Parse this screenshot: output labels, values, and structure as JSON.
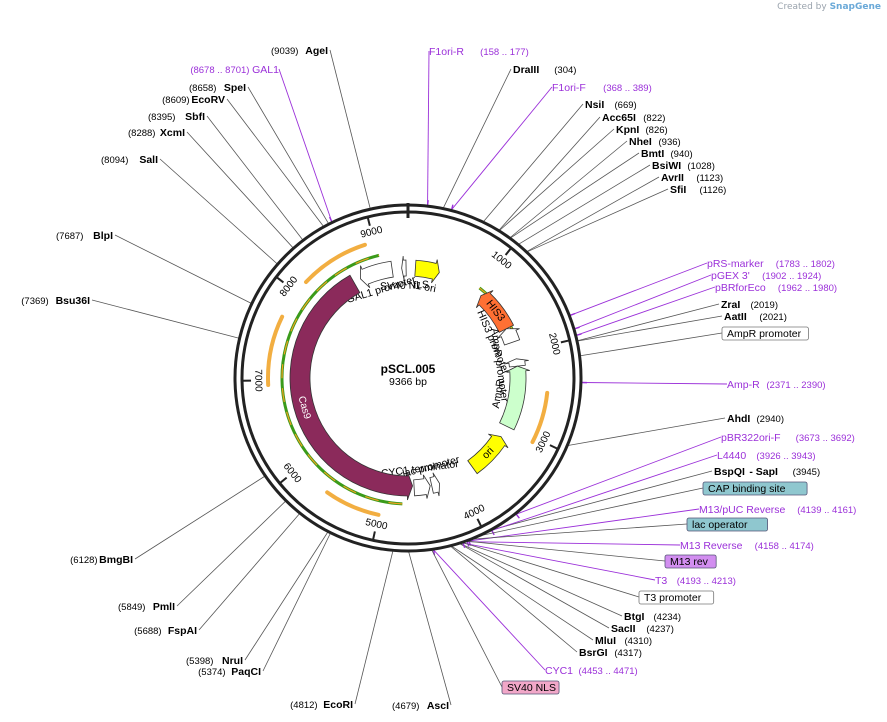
{
  "header": {
    "created_by": "Created by",
    "brand": "SnapGene"
  },
  "plasmid": {
    "name": "pSCL.005",
    "size_label": "9366 bp",
    "length": 9366
  },
  "ticks": [
    {
      "label": "1000",
      "pos": 1000
    },
    {
      "label": "2000",
      "pos": 2000
    },
    {
      "label": "3000",
      "pos": 3000
    },
    {
      "label": "4000",
      "pos": 4000
    },
    {
      "label": "5000",
      "pos": 5000
    },
    {
      "label": "6000",
      "pos": 6000
    },
    {
      "label": "7000",
      "pos": 7000
    },
    {
      "label": "8000",
      "pos": 8000
    },
    {
      "label": "9000",
      "pos": 9000
    }
  ],
  "enzymes": [
    {
      "name": "AgeI",
      "pos": "9039",
      "site": 9039
    },
    {
      "name": "SpeI",
      "pos": "8658",
      "site": 8658
    },
    {
      "name": "EcoRV",
      "pos": "8609",
      "site": 8609
    },
    {
      "name": "SbfI",
      "pos": "8395",
      "site": 8395
    },
    {
      "name": "XcmI",
      "pos": "8288",
      "site": 8288
    },
    {
      "name": "SalI",
      "pos": "8094",
      "site": 8094
    },
    {
      "name": "BlpI",
      "pos": "7687",
      "site": 7687
    },
    {
      "name": "Bsu36I",
      "pos": "7369",
      "site": 7369
    },
    {
      "name": "BmgBI",
      "pos": "6128",
      "site": 6128
    },
    {
      "name": "PmlI",
      "pos": "5849",
      "site": 5849
    },
    {
      "name": "FspAI",
      "pos": "5688",
      "site": 5688
    },
    {
      "name": "NruI",
      "pos": "5398",
      "site": 5398
    },
    {
      "name": "PaqCI",
      "pos": "5374",
      "site": 5374
    },
    {
      "name": "EcoRI",
      "pos": "4812",
      "site": 4812
    },
    {
      "name": "AscI",
      "pos": "4679",
      "site": 4679
    },
    {
      "name": "DraIII",
      "pos": "304",
      "site": 304
    },
    {
      "name": "NsiI",
      "pos": "669",
      "site": 669
    },
    {
      "name": "Acc65I",
      "pos": "822",
      "site": 822
    },
    {
      "name": "KpnI",
      "pos": "826",
      "site": 826
    },
    {
      "name": "NheI",
      "pos": "936",
      "site": 936
    },
    {
      "name": "BmtI",
      "pos": "940",
      "site": 940
    },
    {
      "name": "BsiWI",
      "pos": "1028",
      "site": 1028
    },
    {
      "name": "AvrII",
      "pos": "1123",
      "site": 1123
    },
    {
      "name": "SfiI",
      "pos": "1126",
      "site": 1126
    },
    {
      "name": "ZraI",
      "pos": "2019",
      "site": 2019
    },
    {
      "name": "AatII",
      "pos": "2021",
      "site": 2021
    },
    {
      "name": "AhdI",
      "pos": "2940",
      "site": 2940
    },
    {
      "name": "BspQI",
      "pos": "3945",
      "site": 3945,
      "alt": "- SapI"
    },
    {
      "name": "BtgI",
      "pos": "4234",
      "site": 4234
    },
    {
      "name": "SacII",
      "pos": "4237",
      "site": 4237
    },
    {
      "name": "MluI",
      "pos": "4310",
      "site": 4310
    },
    {
      "name": "BsrGI",
      "pos": "4317",
      "site": 4317
    }
  ],
  "primers": [
    {
      "name": "GAL1",
      "range": "(8678 .. 8701)",
      "site": 8690
    },
    {
      "name": "F1ori-R",
      "range": "(158 .. 177)",
      "site": 168
    },
    {
      "name": "F1ori-F",
      "range": "(368 .. 389)",
      "site": 378
    },
    {
      "name": "pRS-marker",
      "range": "(1783 .. 1802)",
      "site": 1792
    },
    {
      "name": "pGEX 3'",
      "range": "(1902 .. 1924)",
      "site": 1913
    },
    {
      "name": "pBRforEco",
      "range": "(1962 .. 1980)",
      "site": 1971
    },
    {
      "name": "Amp-R",
      "range": "(2371 .. 2390)",
      "site": 2380
    },
    {
      "name": "pBR322ori-F",
      "range": "(3673 .. 3692)",
      "site": 3682
    },
    {
      "name": "L4440",
      "range": "(3926 .. 3943)",
      "site": 3934
    },
    {
      "name": "M13/pUC Reverse",
      "range": "(4139 .. 4161)",
      "site": 4150
    },
    {
      "name": "M13 Reverse",
      "range": "(4158 .. 4174)",
      "site": 4166
    },
    {
      "name": "T3",
      "range": "(4193 .. 4213)",
      "site": 4203
    },
    {
      "name": "CYC1",
      "range": "(4453 .. 4471)",
      "site": 4462
    }
  ],
  "boxed_features": [
    {
      "name": "AmpR promoter",
      "style": "white",
      "site": 2150
    },
    {
      "name": "CAP binding site",
      "style": "teal",
      "site": 4060
    },
    {
      "name": "lac operator",
      "style": "teal",
      "site": 4130
    },
    {
      "name": "M13 rev",
      "style": "violet",
      "site": 4175
    },
    {
      "name": "T3 promoter",
      "style": "white",
      "site": 4210
    },
    {
      "name": "SV40 NLS",
      "style": "pink",
      "site": 4480
    }
  ],
  "features": [
    {
      "label": "f1 ori",
      "color": "#ffff00",
      "start": 100,
      "end": 430,
      "r": 148,
      "dir": 1
    },
    {
      "label": "SV40 NLS",
      "color": "#ffffff",
      "start": 9280,
      "end": 9340,
      "r": 148,
      "dir": -1
    },
    {
      "label": "GAL1 promoter",
      "color": "#ffffff",
      "start": 8700,
      "end": 9150,
      "r": 148,
      "dir": -1
    },
    {
      "label": "HIS3",
      "color": "#ff7033",
      "start": 1080,
      "end": 1650,
      "r": 148,
      "dir": -1
    },
    {
      "label": "HIS3 promoter",
      "color": "#ffffff",
      "start": 1650,
      "end": 1850,
      "r": 148,
      "dir": -1
    },
    {
      "label": "AmpR promoter",
      "color": "#ffffff",
      "start": 2080,
      "end": 2180,
      "r": 148,
      "dir": -1
    },
    {
      "label": "AmpR",
      "color": "#ccffcc",
      "start": 2180,
      "end": 3020,
      "r": 148,
      "dir": -1
    },
    {
      "label": "ori",
      "color": "#ffff00",
      "start": 3180,
      "end": 3750,
      "r": 148,
      "dir": -1
    },
    {
      "label": "lac promoter",
      "color": "#ffffff",
      "start": 4250,
      "end": 4360,
      "r": 148,
      "dir": -1
    },
    {
      "label": "CYC1 terminator",
      "color": "#ffffff",
      "start": 4380,
      "end": 4600,
      "r": 148,
      "dir": -1
    },
    {
      "label": "Cas9",
      "color": "#8b2a5b",
      "start": 4620,
      "end": 8600,
      "r": 148,
      "dir": -1
    }
  ],
  "orfs": [
    {
      "start": 1000,
      "end": 1760,
      "r": 115,
      "dir": -1
    },
    {
      "start": 2250,
      "end": 2980,
      "r": 115,
      "dir": -1
    },
    {
      "start": 4750,
      "end": 9020,
      "r": 126,
      "dir": -1
    }
  ],
  "colors": {
    "backbone": "#222222",
    "enzyme_line": "#555555",
    "feature_line": "#9b30d9",
    "orf_orange": "#f0a020",
    "orf_green": "#3a9b1a"
  }
}
